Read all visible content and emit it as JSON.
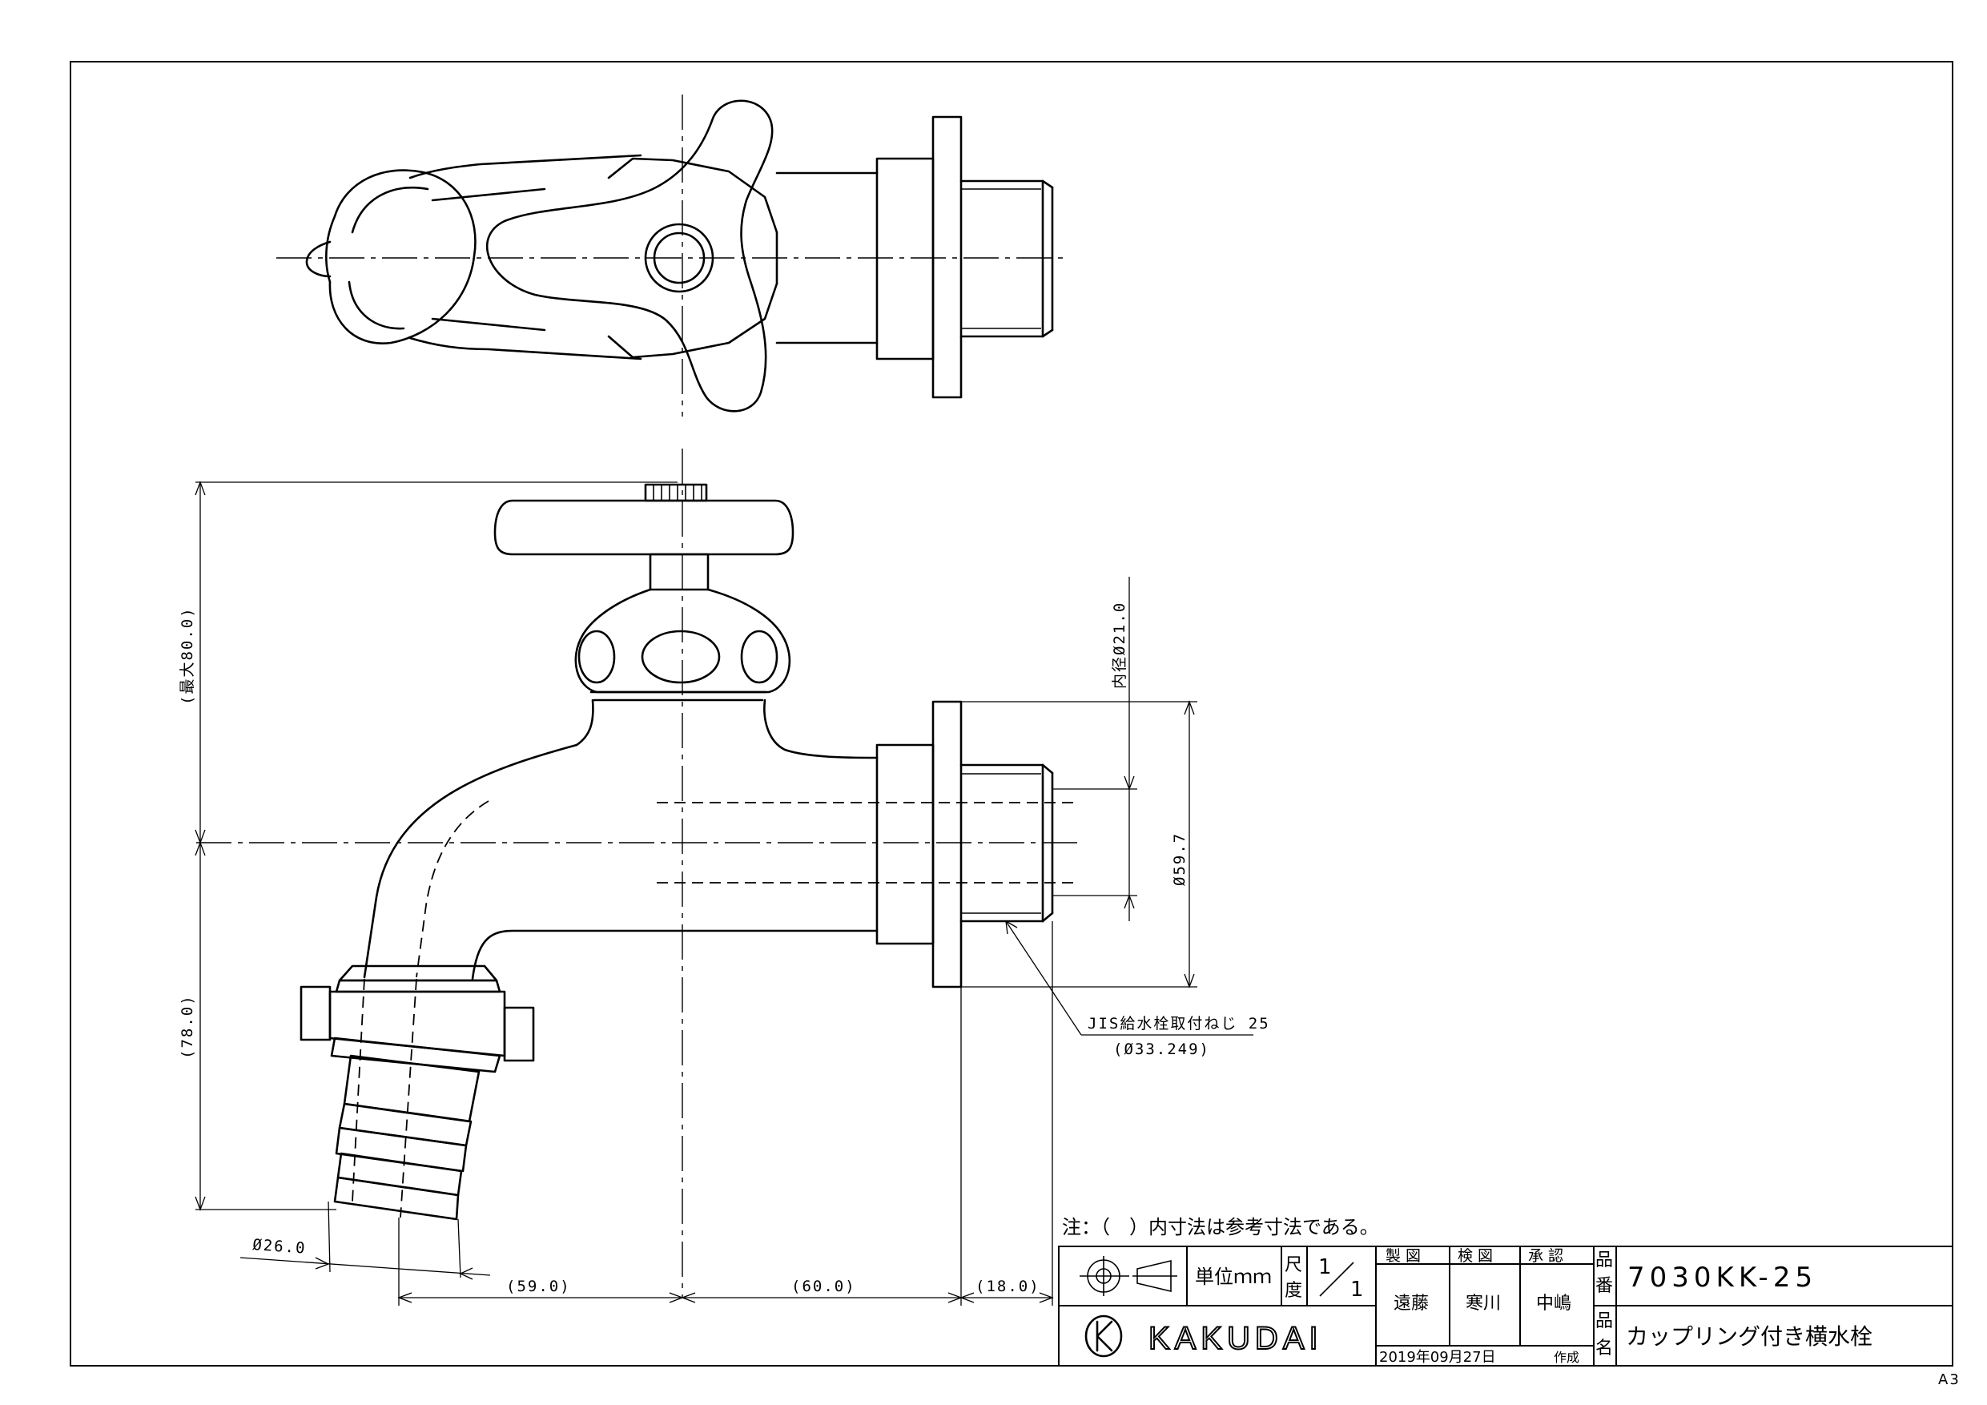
{
  "drawing": {
    "product_code": "7030KK-25",
    "product_name": "カップリング付き横水栓",
    "paper_size": "A3",
    "note": "注：（　）内寸法は参考寸法である。",
    "dimensions": {
      "max_height": "(最大80.0)",
      "height_lower": "(78.0)",
      "inner_diameter": "内径Ø21.0",
      "flange_diameter": "Ø59.7",
      "thread_label": "JIS給水栓取付ねじ 25",
      "thread_diameter": "(Ø33.249)",
      "hose_diameter": "Ø26.0",
      "horiz_1": "(59.0)",
      "horiz_2": "(60.0)",
      "horiz_3": "(18.0)"
    }
  },
  "title_block": {
    "unit_label": "単位ｍｍ",
    "scale_label_top": "尺",
    "scale_label_bottom": "度",
    "scale_num": "1",
    "scale_den": "1",
    "drawn_header": "製 図",
    "checked_header": "検 図",
    "approved_header": "承 認",
    "drawn_by": "遠藤",
    "checked_by": "寒川",
    "approved_by": "中嶋",
    "date": "2019年09月27日",
    "date_suffix": "作成",
    "code_label_top": "品",
    "code_label_bottom": "番",
    "name_label_top": "品",
    "name_label_bottom": "名",
    "company": "KAKUDAI"
  }
}
